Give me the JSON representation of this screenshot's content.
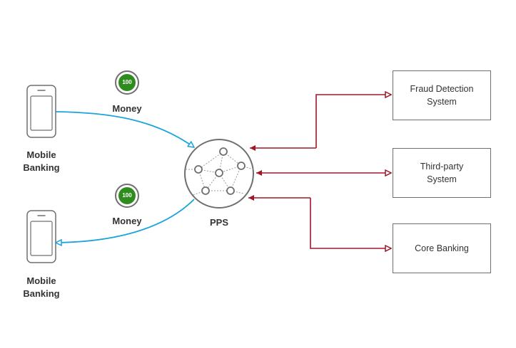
{
  "nodes": {
    "mobile_top": {
      "label_line1": "Mobile",
      "label_line2": "Banking"
    },
    "mobile_bottom": {
      "label_line1": "Mobile",
      "label_line2": "Banking"
    },
    "money_top": {
      "coin_value": "100",
      "label": "Money"
    },
    "money_bottom": {
      "coin_value": "100",
      "label": "Money"
    },
    "pps": {
      "label": "PPS"
    },
    "fraud": {
      "label": "Fraud Detection\nSystem"
    },
    "third_party": {
      "label": "Third-party\nSystem"
    },
    "core": {
      "label": "Core Banking"
    }
  },
  "colors": {
    "incoming_flow": "#1aa3dc",
    "system_links": "#a01628",
    "coin": "#2e8b1e",
    "outline": "#6f6f6f"
  }
}
